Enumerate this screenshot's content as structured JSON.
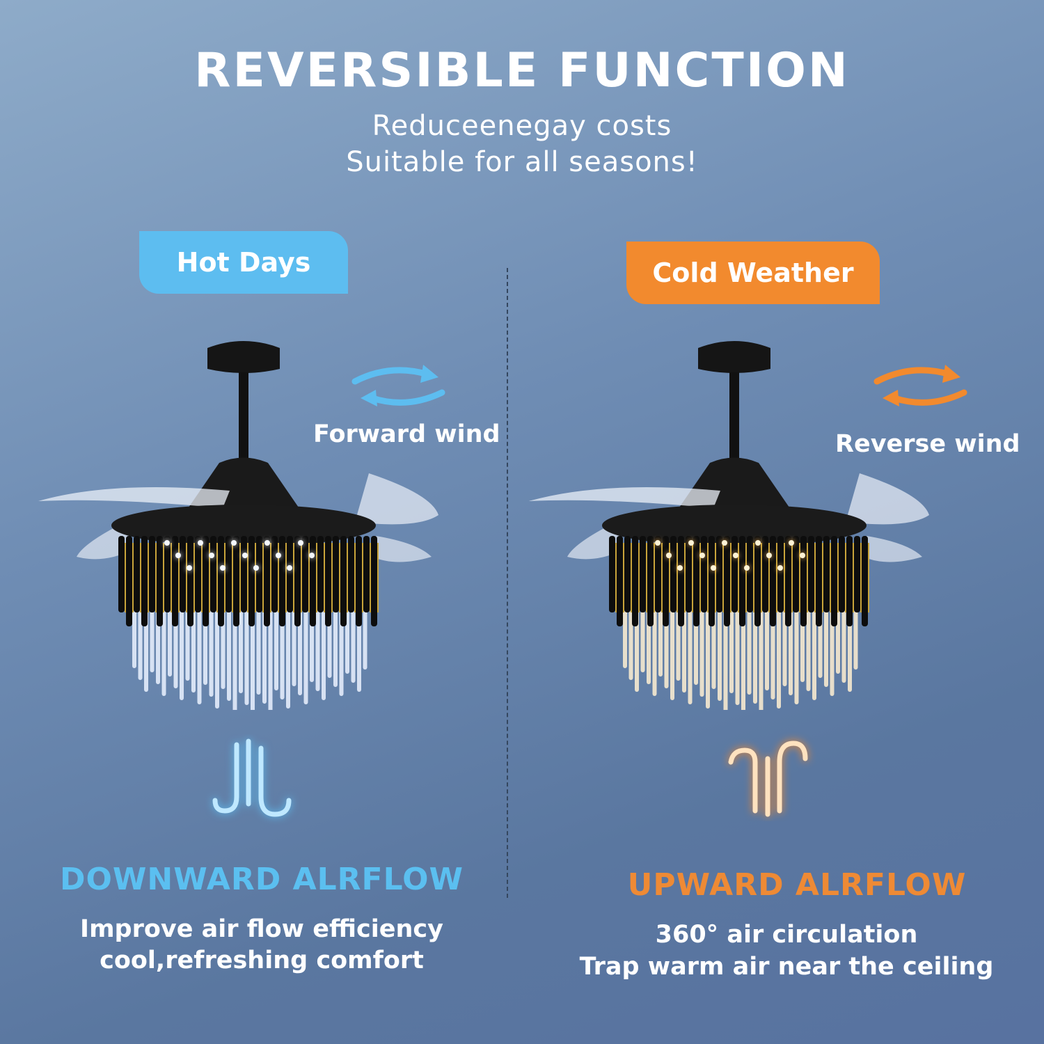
{
  "header": {
    "title": "REVERSIBLE FUNCTION",
    "subtitle_line1": "Reduceenegay costs",
    "subtitle_line2": "Suitable for all seasons!"
  },
  "left": {
    "badge": "Hot Days",
    "wind_label": "Forward wind",
    "heading": "DOWNWARD ALRFLOW",
    "body_line1": "Improve air flow efficiency",
    "body_line2": "cool,refreshing comfort",
    "icon": "downward-airflow-icon",
    "light": "cool-white"
  },
  "right": {
    "badge": "Cold Weather",
    "wind_label": "Reverse wind",
    "heading": "UPWARD ALRFLOW",
    "body_line1": "360° air circulation",
    "body_line2": "Trap warm air near the ceiling",
    "icon": "upward-airflow-icon",
    "light": "warm"
  },
  "colors": {
    "blue": "#5dbdf0",
    "orange": "#f28a2e",
    "heading_blue": "#5bbff0",
    "heading_orange": "#ee8a35"
  }
}
